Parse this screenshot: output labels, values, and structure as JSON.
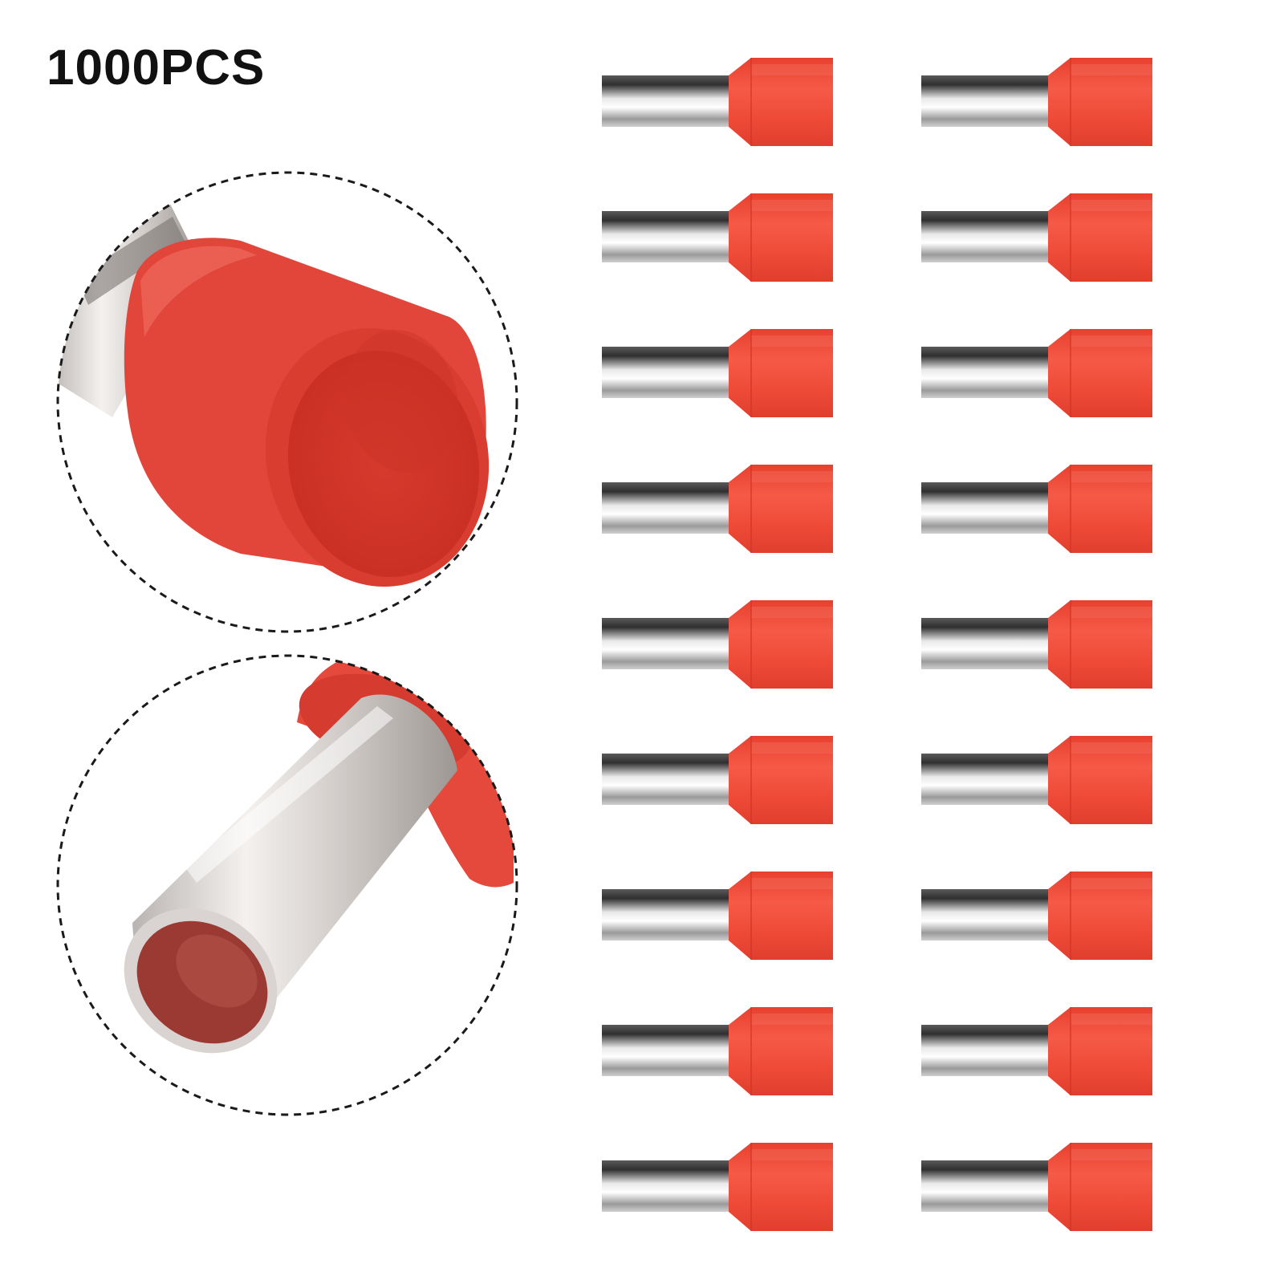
{
  "product": {
    "quantity_label": "1000PCS",
    "item_icon": "insulated-cord-end-ferrule-icon",
    "grid": {
      "columns": 2,
      "rows": 9
    }
  },
  "detail_views": [
    {
      "name": "insulation-sleeve-closeup",
      "icon": "magnifier-circle-icon"
    },
    {
      "name": "metal-tube-closeup",
      "icon": "magnifier-circle-icon"
    }
  ],
  "colors": {
    "background": "#ffffff",
    "sleeve_red": "#f04a3a",
    "sleeve_red_dark": "#d8362a",
    "metal_light": "#e8e8e8",
    "metal_dark": "#3a3a3a",
    "dashed_outline": "#1a1a1a",
    "label_text": "#111111"
  }
}
